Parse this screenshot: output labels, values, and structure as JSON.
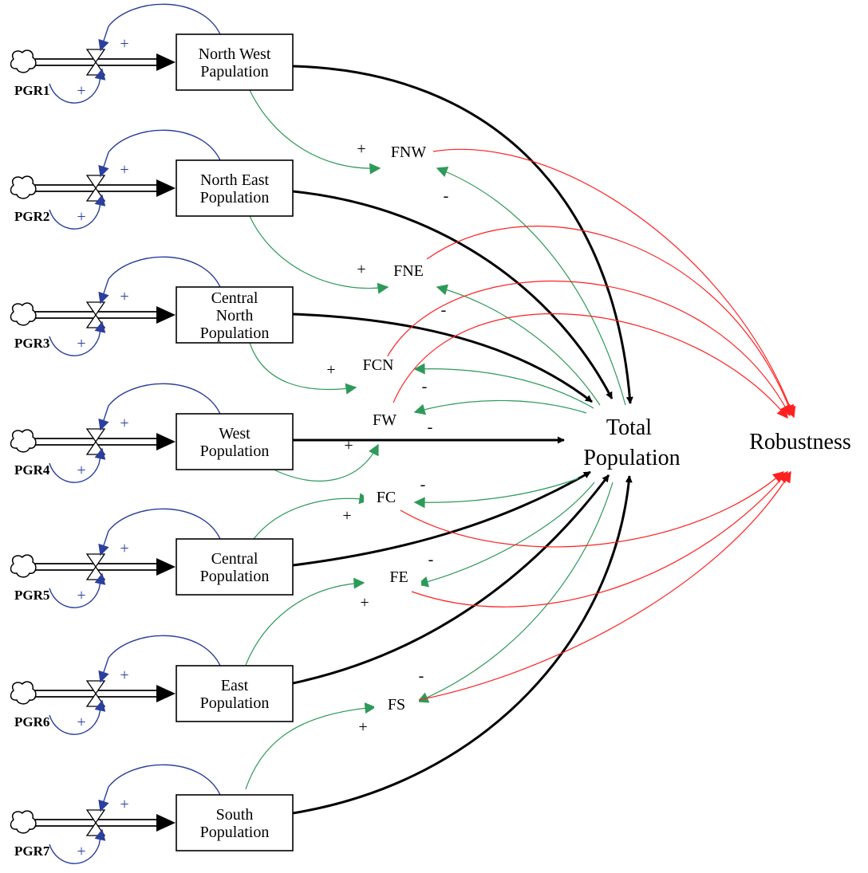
{
  "stocks": [
    {
      "lines": [
        "North West",
        "Papulation"
      ]
    },
    {
      "lines": [
        "North East",
        "Population"
      ]
    },
    {
      "lines": [
        "Central",
        "North",
        "Population"
      ]
    },
    {
      "lines": [
        "West",
        "Population"
      ]
    },
    {
      "lines": [
        "Central",
        "Population"
      ]
    },
    {
      "lines": [
        "East",
        "Population"
      ]
    },
    {
      "lines": [
        "South",
        "Population"
      ]
    }
  ],
  "rates": [
    "PGR1",
    "PGR2",
    "PGR3",
    "PGR4",
    "PGR5",
    "PGR6",
    "PGR7"
  ],
  "fractions": [
    "FNW",
    "FNE",
    "FCN",
    "FW",
    "FC",
    "FE",
    "FS"
  ],
  "total": {
    "lines": [
      "Total",
      "Population"
    ]
  },
  "robustness": "Robustness",
  "signs": {
    "plus": "+",
    "minus": "-"
  },
  "colors": {
    "stock_link": "#000000",
    "fraction_link": "#2e9a5a",
    "robustness_link": "#ff2020",
    "growth_loop": "#2b3f9e"
  }
}
